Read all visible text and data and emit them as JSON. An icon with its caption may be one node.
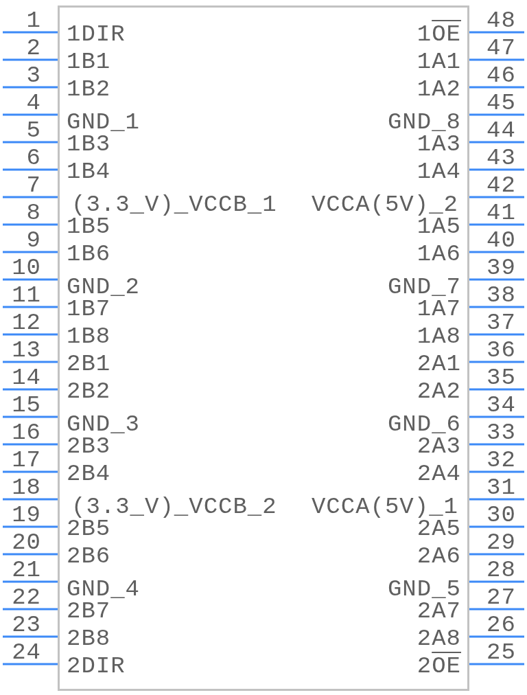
{
  "diagram": {
    "nodes": [
      {
        "text": [
          "1DIR",
          "1OE",
          "1B1",
          "1A1",
          "1B2",
          "1A2",
          "GND_1",
          "GND_8",
          "1B3",
          "1A3",
          "1B4",
          "1A4",
          "(3.3_V)_VCCB_1",
          "VCCA(5V)_2",
          "1B5",
          "1A5",
          "1B6",
          "1A6",
          "GND_2",
          "GND_7",
          "1B7",
          "1A7",
          "1B8",
          "1A8",
          "2B1",
          "2A1",
          "2B2",
          "2A2",
          "GND_3",
          "GND_6",
          "2B3",
          "2A3",
          "2B4",
          "2A4",
          "(3.3_V)_VCCB_2",
          "VCCA(5V)_1",
          "2B5",
          "2A5",
          "2B6",
          "2A6",
          "GND_4",
          "GND_5",
          "2B7",
          "2A7",
          "2B8",
          "2A8",
          "2DIR",
          "2OE"
        ]
      }
    ],
    "labels": [
      "1",
      "48",
      "2",
      "47",
      "3",
      "46",
      "4",
      "45",
      "5",
      "44",
      "6",
      "43",
      "7",
      "42",
      "8",
      "41",
      "9",
      "40",
      "10",
      "39",
      "11",
      "38",
      "12",
      "37",
      "13",
      "36",
      "14",
      "35",
      "15",
      "34",
      "16",
      "33",
      "17",
      "32",
      "18",
      "31",
      "19",
      "30",
      "20",
      "29",
      "21",
      "28",
      "22",
      "27",
      "23",
      "26",
      "24",
      "25"
    ]
  }
}
